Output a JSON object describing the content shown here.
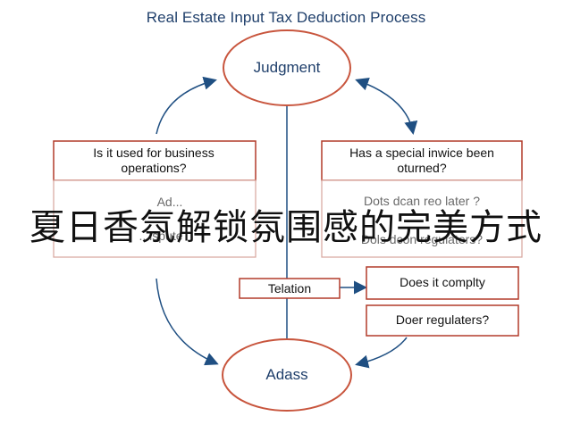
{
  "title": "Real Estate Input Tax Deduction Process",
  "nodes": {
    "judgment": "Judgment",
    "adass": "Adass",
    "left_question": "Is it used for business operations?",
    "left_faded_1": "Ad...",
    "left_faded_2": "...ispute",
    "right_question": "Has a special inwice been oturned?",
    "right_faded_1": "Dots dcan reo later ?",
    "right_faded_2": "Dols dcon regulaters?",
    "telation": "Telation",
    "does_it_comply": "Does it complty",
    "doer_regulaters": "Doer regulaters?"
  },
  "overlay_text": "夏日香氛解锁氛围感的完美方式",
  "colors": {
    "circle_stroke": "#c8553d",
    "box_stroke": "#b23b2a",
    "arrow": "#1f4f82",
    "title_text": "#1f3f6b"
  }
}
